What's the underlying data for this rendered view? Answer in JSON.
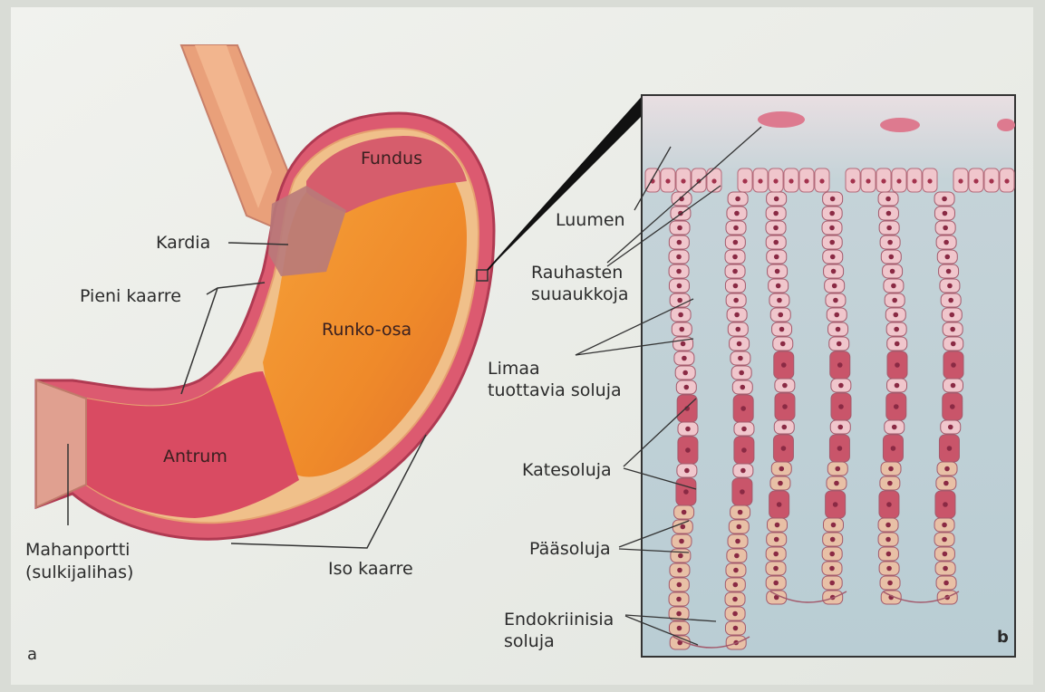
{
  "panel_a": {
    "letter": "a",
    "labels": {
      "fundus": "Fundus",
      "kardia": "Kardia",
      "runko": "Runko-osa",
      "pieni": "Pieni kaarre",
      "antrum": "Antrum",
      "mahanportti_1": "Mahanportti",
      "mahanportti_2": "(sulkijalihas)",
      "iso": "Iso kaarre"
    }
  },
  "panel_b": {
    "letter": "b",
    "labels": {
      "luumen": "Luumen",
      "rauhasten_1": "Rauhasten",
      "rauhasten_2": "suuaukkoja",
      "limaa_1": "Limaa",
      "limaa_2": "tuottavia soluja",
      "katesoluja": "Katesoluja",
      "paasoluja": "Pääsoluja",
      "endo_1": "Endokriinisia",
      "endo_2": "soluja"
    }
  },
  "colors": {
    "page": "#eceee8",
    "stomach_wall": "#d9506a",
    "body": "#f08c2c",
    "fundus": "#d75a6a",
    "antrum": "#d84a64",
    "esophagus": "#e9a07a",
    "tissue_bg": "#c9d6da",
    "cell": "#f0c6cc",
    "parietal": "#c9556a",
    "chief": "#e8c0a6"
  }
}
